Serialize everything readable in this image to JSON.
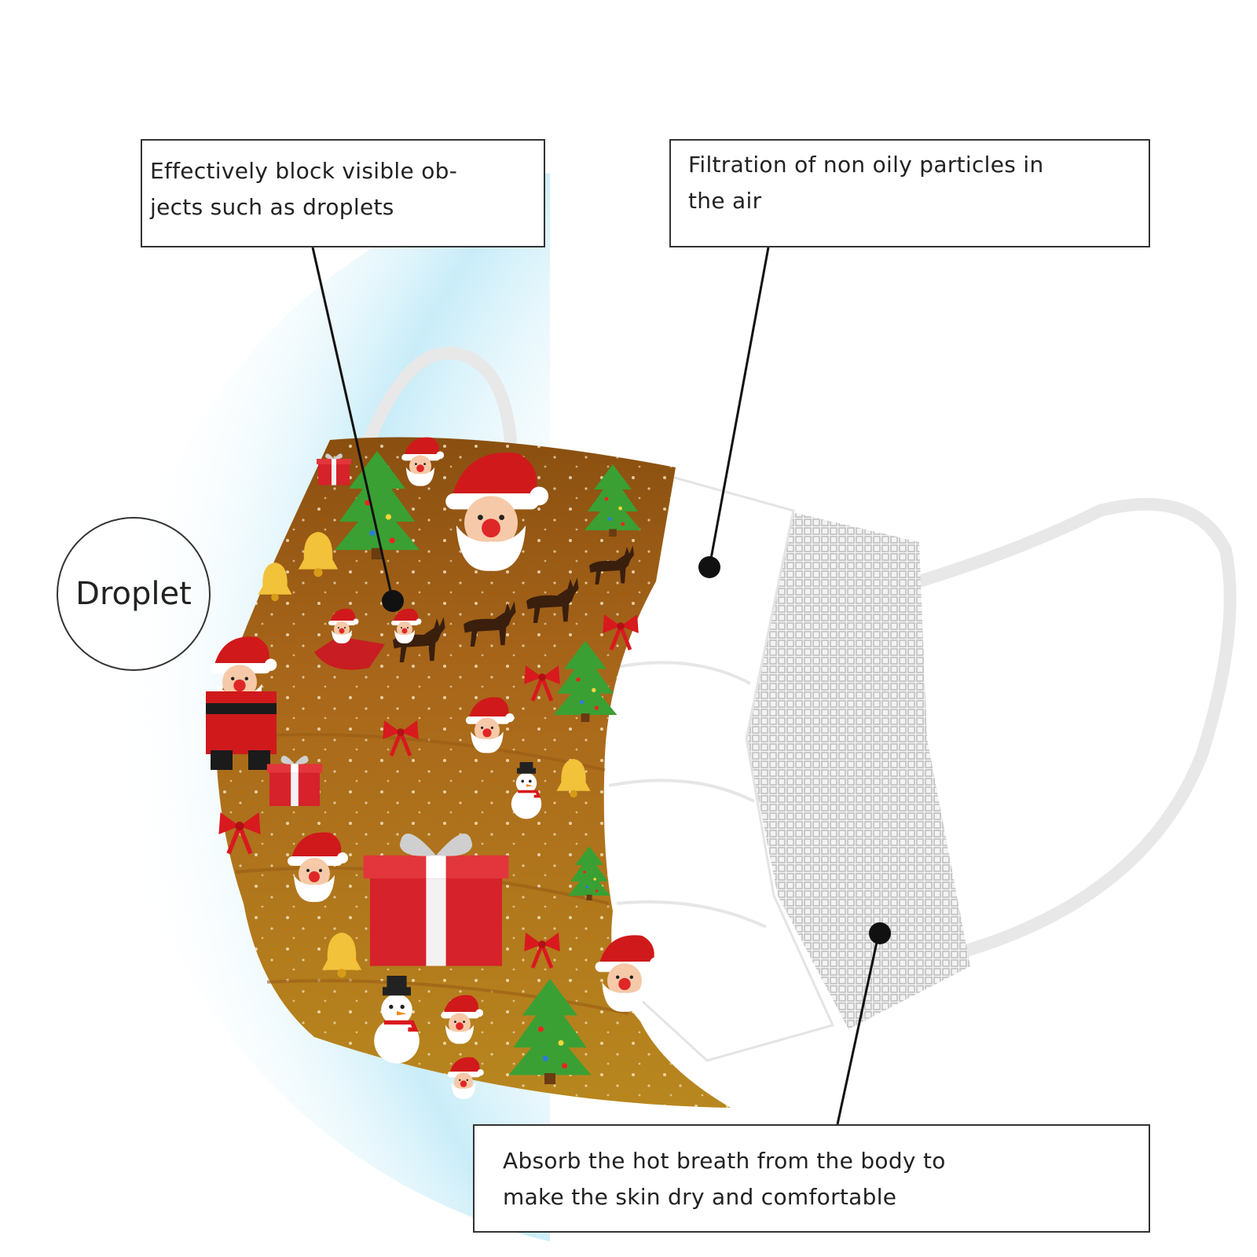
{
  "callouts": {
    "block": {
      "line1": "Effectively block visible ob-",
      "line2": "jects such as droplets"
    },
    "filtration": {
      "line1": "Filtration of non oily particles in",
      "line2": "the air"
    },
    "absorb": {
      "line1": "Absorb the hot breath from the body to",
      "line2": "make the skin dry and comfortable"
    }
  },
  "droplet_label": "Droplet",
  "colors": {
    "outer_layer": "#b5761b",
    "outer_layer_dark": "#8a4f10",
    "middle_layer": "#ffffff",
    "inner_layer_mesh": "#d9d9d9",
    "droplet_glow": "#9fdcf2",
    "leader_line": "#111111"
  },
  "icons": [
    "santa-icon",
    "christmas-tree-icon",
    "gift-box-icon",
    "bell-icon",
    "snowman-icon",
    "reindeer-sleigh-icon",
    "bow-icon"
  ]
}
